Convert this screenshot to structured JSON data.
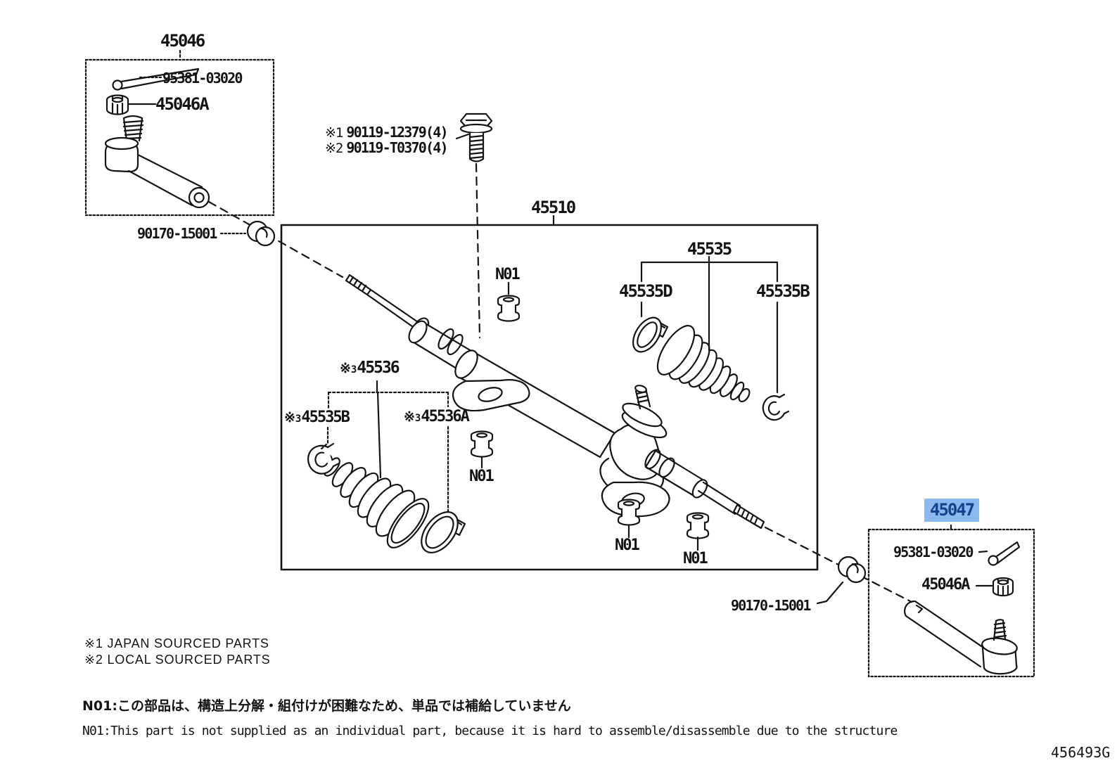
{
  "diagram": {
    "parts": {
      "tie_rod_left": {
        "group": "45046",
        "cotter_pin": "95381-03020",
        "castle_nut": "45046A"
      },
      "bolts": {
        "row1_prefix": "※1",
        "row1": "90119-12379(4)",
        "row2_prefix": "※2",
        "row2": "90119-T0370(4)"
      },
      "steering_gear": {
        "group": "45510"
      },
      "boot_right": {
        "group": "45535",
        "clamp": "45535D",
        "clip": "45535B"
      },
      "boot_left": {
        "mark": "※",
        "mark_num": "3",
        "group": "45536",
        "clip": "45535B",
        "clamp": "45536A"
      },
      "lock_nut_left": "90170-15001",
      "lock_nut_right": "90170-15001",
      "tie_rod_right": {
        "group": "45047",
        "cotter_pin": "95381-03020",
        "castle_nut": "45046A"
      },
      "not_supplied_code": "N01"
    },
    "footnotes": {
      "f1": "※1 JAPAN SOURCED PARTS",
      "f2": "※2 LOCAL SOURCED PARTS",
      "n01_jp": "N01:この部品は、構造上分解・組付けが困難なため、単品では補給していません",
      "n01_en": "N01:This part is not supplied as an individual part, because it is hard to assemble/disassemble due to the structure"
    },
    "figure_code": "456493G",
    "colors": {
      "highlight_bg": "#8CB8F0",
      "highlight_text": "#16418C",
      "line": "#141414"
    }
  }
}
